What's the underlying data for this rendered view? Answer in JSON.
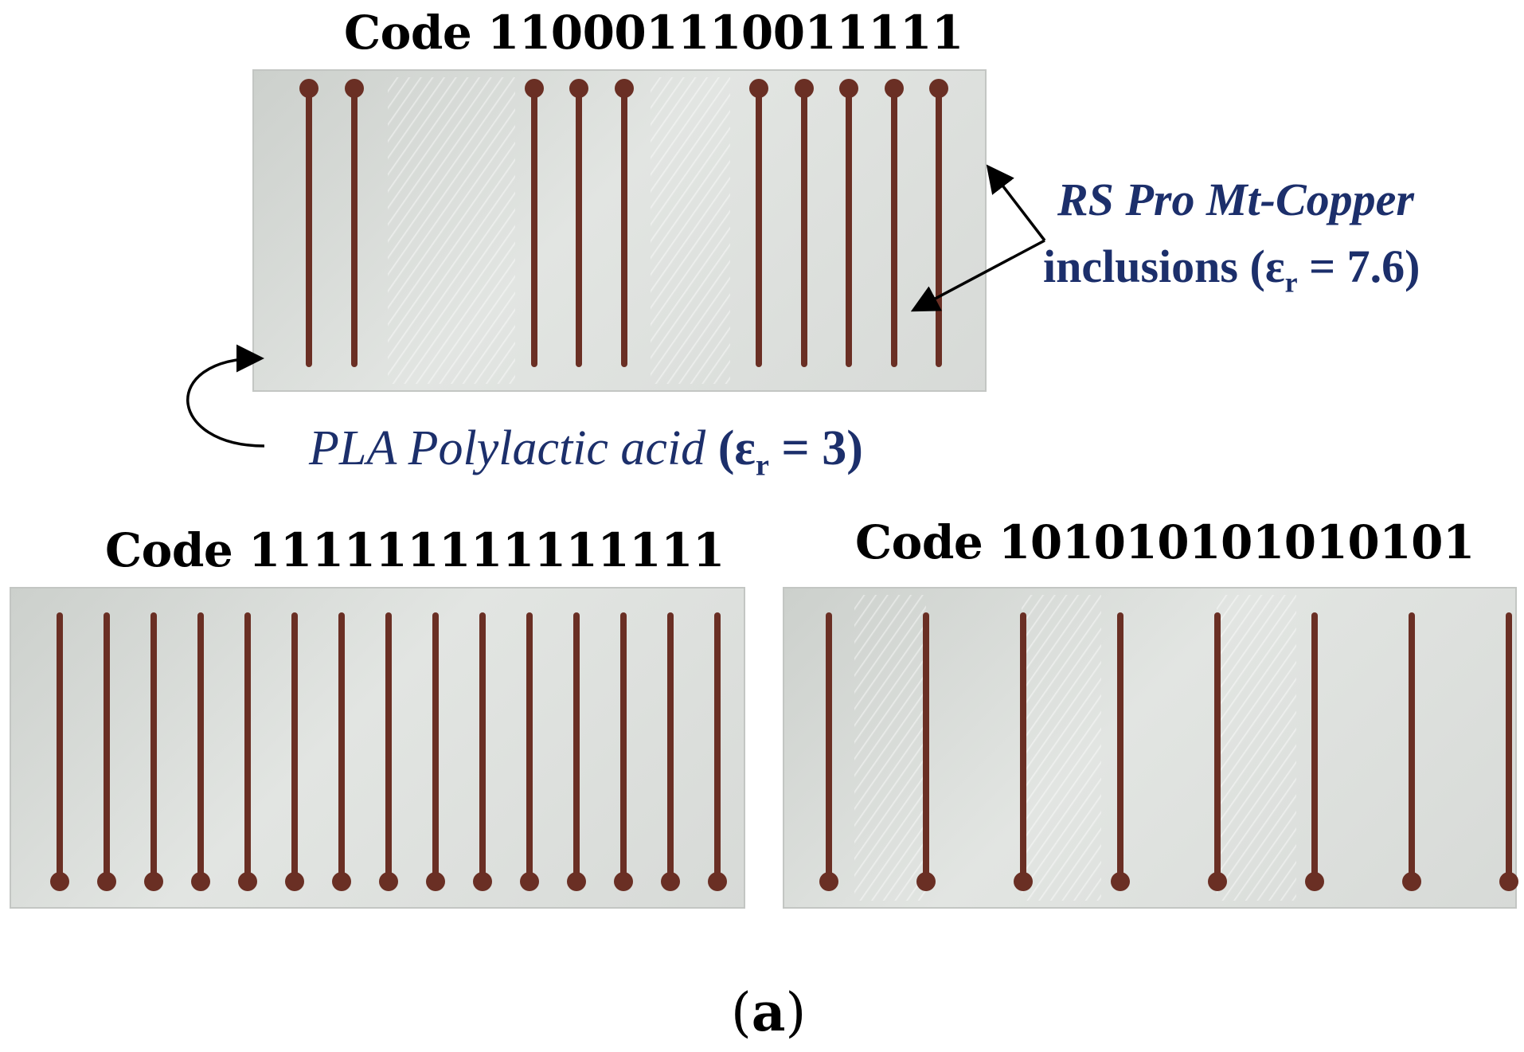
{
  "titles": {
    "top": "Code 110001110011111",
    "bottom_left": "Code 111111111111111",
    "bottom_right": "Code 101010101010101"
  },
  "annotations": {
    "copper_line1": "RS Pro Mt-Copper",
    "copper_line2_prefix": "inclusions (ε",
    "copper_sub": "r",
    "copper_line2_suffix": " = 7.6)",
    "pla_name": "PLA Polylactic acid",
    "pla_prefix": " (ε",
    "pla_sub": "r",
    "pla_suffix": " = 3)"
  },
  "caption": {
    "open": "(",
    "letter": "a",
    "close": ")"
  },
  "samples": [
    {
      "code": "110001110011111",
      "length": 15
    },
    {
      "code": "111111111111111",
      "length": 15
    },
    {
      "code": "101010101010101",
      "length": 15
    }
  ],
  "colors": {
    "copper": "#6a2f24",
    "annotation_text": "#1c2f6b",
    "pla_base": "#d7dad7"
  }
}
